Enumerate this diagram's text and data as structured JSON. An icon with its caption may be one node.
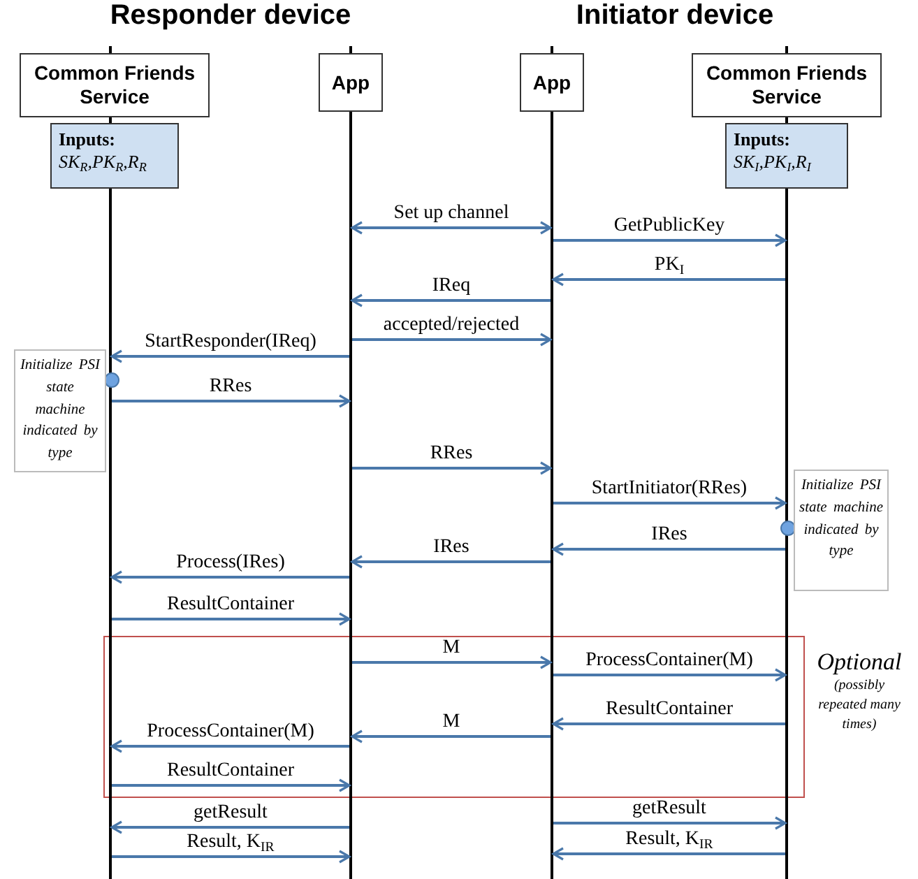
{
  "diagram": {
    "nodes": [
      {
        "text": [
          "Common Friends Service"
        ]
      },
      {
        "text": [
          "App"
        ]
      },
      {
        "text": [
          "App"
        ]
      },
      {
        "text": [
          "Common Friends Service"
        ]
      },
      {
        "text": [],
        "shape": "bar"
      },
      {
        "text": [],
        "shape": "bar"
      },
      {
        "text": [],
        "shape": "bar"
      },
      {
        "text": [],
        "shape": "bar"
      },
      {
        "text": [
          "Inputs:",
          "SK$_{R}$,PK$_{R}$,R$_{R}$"
        ]
      },
      {
        "text": [
          "Inputs:",
          "SK$_{I}$,PK$_{I}$,R$_{I}$"
        ]
      },
      {
        "text": [
          "Initialize PSI state machine indicated by type"
        ]
      },
      {
        "text": [
          "Initialize PSI state machine indicated by type"
        ]
      }
    ],
    "edges": [
      {
        "from": 5,
        "to": 6,
        "arrow": "both",
        "label": "Set up channel"
      },
      {
        "from": 6,
        "to": 7,
        "arrow": "to",
        "label": "GetPublicKey"
      },
      {
        "from": 7,
        "to": 6,
        "arrow": "to",
        "label": "PK$_{I}$"
      },
      {
        "from": 6,
        "to": 5,
        "arrow": "to",
        "label": "IReq"
      },
      {
        "from": 5,
        "to": 6,
        "arrow": "to",
        "label": "accepted/rejected"
      },
      {
        "from": 5,
        "to": 4,
        "arrow": "to",
        "label": "StartResponder(IReq)"
      },
      {
        "from": 4,
        "to": 5,
        "arrow": "to",
        "label": "RRes"
      },
      {
        "from": 5,
        "to": 6,
        "arrow": "to",
        "label": "RRes"
      },
      {
        "from": 6,
        "to": 7,
        "arrow": "to",
        "label": "StartInitiator(RRes)"
      },
      {
        "from": 7,
        "to": 6,
        "arrow": "to",
        "label": "IRes"
      },
      {
        "from": 6,
        "to": 5,
        "arrow": "to",
        "label": "IRes"
      },
      {
        "from": 5,
        "to": 4,
        "arrow": "to",
        "label": "Process(IRes)"
      },
      {
        "from": 4,
        "to": 5,
        "arrow": "to",
        "label": "ResultContainer"
      },
      {
        "from": 5,
        "to": 6,
        "arrow": "to",
        "label": "M"
      },
      {
        "from": 6,
        "to": 7,
        "arrow": "to",
        "label": "ProcessContainer(M)"
      },
      {
        "from": 7,
        "to": 6,
        "arrow": "to",
        "label": "ResultContainer"
      },
      {
        "from": 6,
        "to": 5,
        "arrow": "to",
        "label": "M"
      },
      {
        "from": 5,
        "to": 4,
        "arrow": "to",
        "label": "ProcessContainer(M)"
      },
      {
        "from": 4,
        "to": 5,
        "arrow": "to",
        "label": "ResultContainer"
      },
      {
        "from": 5,
        "to": 4,
        "arrow": "to",
        "label": "getResult"
      },
      {
        "from": 6,
        "to": 7,
        "arrow": "to",
        "label": "getResult"
      },
      {
        "from": 4,
        "to": 5,
        "arrow": "to",
        "label": "Result, K$_{IR}$"
      },
      {
        "from": 7,
        "to": 6,
        "arrow": "to",
        "label": "Result, K$_{IR}$"
      }
    ],
    "labels": [
      "Responder device",
      "Initiator device",
      "Optional",
      "(possibly repeated many times)"
    ]
  }
}
